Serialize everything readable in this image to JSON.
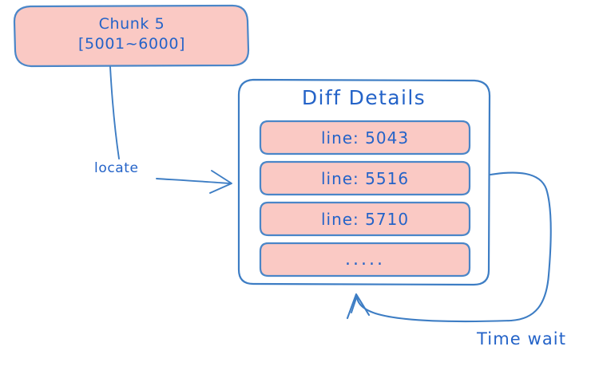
{
  "diagram": {
    "title": "Chunk locate and diff details flow",
    "background_color": "#ffffff",
    "stroke_color": "#3d7dc4",
    "text_color": "#2463c8",
    "node_fill_color": "#fac9c4",
    "panel_fill_color": "#ffffff"
  },
  "chunk_node": {
    "line1": "Chunk 5",
    "line2": "[5001~6000]",
    "text": "Chunk 5\n[5001~6000]"
  },
  "panel": {
    "title": "Diff Details",
    "rows": [
      {
        "label": "line: 5043"
      },
      {
        "label": "line: 5516"
      },
      {
        "label": "line: 5710"
      },
      {
        "label": "....."
      }
    ]
  },
  "edges": [
    {
      "name": "locate",
      "label": "locate"
    },
    {
      "name": "time-wait",
      "label": "Time wait"
    }
  ]
}
